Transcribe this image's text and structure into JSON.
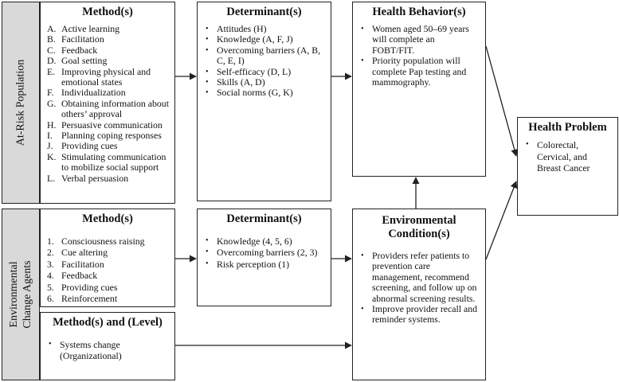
{
  "side_labels": {
    "at_risk": "At-Risk Population",
    "env_line1": "Environmental",
    "env_line2": "Change Agents"
  },
  "at_risk_methods": {
    "title": "Method(s)",
    "items": [
      {
        "marker": "A.",
        "text": "Active learning"
      },
      {
        "marker": "B.",
        "text": "Facilitation"
      },
      {
        "marker": "C.",
        "text": "Feedback"
      },
      {
        "marker": "D.",
        "text": "Goal setting"
      },
      {
        "marker": "E.",
        "text": "Improving physical and emotional states"
      },
      {
        "marker": "F.",
        "text": "Individualization"
      },
      {
        "marker": "G.",
        "text": "Obtaining information about others’ approval"
      },
      {
        "marker": "H.",
        "text": "Persuasive communication"
      },
      {
        "marker": "I.",
        "text": "Planning coping responses"
      },
      {
        "marker": "J.",
        "text": "Providing cues"
      },
      {
        "marker": "K.",
        "text": "Stimulating communication to mobilize social support"
      },
      {
        "marker": "L.",
        "text": "Verbal persuasion"
      }
    ]
  },
  "at_risk_determinants": {
    "title": "Determinant(s)",
    "items": [
      "Attitudes (H)",
      "Knowledge (A, F, J)",
      "Overcoming barriers (A, B, C, E, I)",
      "Self-efficacy (D, L)",
      "Skills (A, D)",
      "Social norms (G, K)"
    ]
  },
  "health_behaviors": {
    "title": "Health Behavior(s)",
    "items": [
      "Women aged 50–69 years will complete an FOBT/FIT.",
      "Priority population will complete Pap testing and mammography."
    ]
  },
  "health_problem": {
    "title": "Health Problem",
    "items": [
      "Colorectal, Cervical, and Breast Cancer"
    ]
  },
  "env_methods": {
    "title": "Method(s)",
    "items": [
      {
        "marker": "1.",
        "text": "Consciousness raising"
      },
      {
        "marker": "2.",
        "text": "Cue altering"
      },
      {
        "marker": "3.",
        "text": "Facilitation"
      },
      {
        "marker": "4.",
        "text": "Feedback"
      },
      {
        "marker": "5.",
        "text": "Providing cues"
      },
      {
        "marker": "6.",
        "text": "Reinforcement"
      }
    ]
  },
  "env_determinants": {
    "title": "Determinant(s)",
    "items": [
      "Knowledge (4, 5, 6)",
      "Overcoming barriers (2, 3)",
      "Risk perception (1)"
    ]
  },
  "env_conditions": {
    "title_line1": "Environmental",
    "title_line2": "Condition(s)",
    "items": [
      "Providers refer patients to prevention care management, recommend screening, and follow up on abnormal screening results.",
      "Improve provider recall and reminder systems."
    ]
  },
  "org_methods": {
    "title": "Method(s) and (Level)",
    "items": [
      "Systems change (Organizational)"
    ]
  },
  "bullet_glyph": "•"
}
